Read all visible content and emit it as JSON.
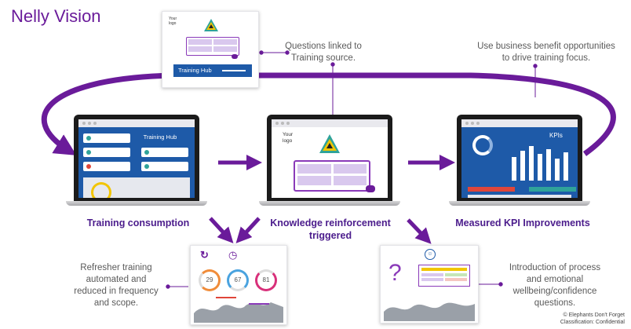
{
  "title": "Nelly Vision",
  "notes": {
    "questions": [
      "Questions linked to",
      "Training source."
    ],
    "business": [
      "Use business benefit opportunities",
      "to drive training focus."
    ],
    "refresher": [
      "Refresher training",
      "automated and",
      "reduced in frequency",
      "and scope."
    ],
    "introduction": [
      "Introduction of process",
      "and emotional",
      "wellbeing/confidence",
      "questions."
    ]
  },
  "captions": {
    "training": "Training consumption",
    "knowledge": [
      "Knowledge reinforcement",
      "triggered"
    ],
    "kpi": "Measured KPI Improvements"
  },
  "screens": {
    "hub_title": "Training Hub",
    "your_logo": [
      "Your",
      "logo"
    ],
    "kpis": "KPIs",
    "card_hub": "Training Hub",
    "card_logo": [
      "Your",
      "logo"
    ]
  },
  "dials": [
    "29",
    "67",
    "81"
  ],
  "footer": [
    "© Elephants Don't Forget",
    "Classification: Confidential"
  ],
  "colors": {
    "purple": "#6a1b9a",
    "blue": "#1e5aa8",
    "teal": "#2fa39a"
  }
}
